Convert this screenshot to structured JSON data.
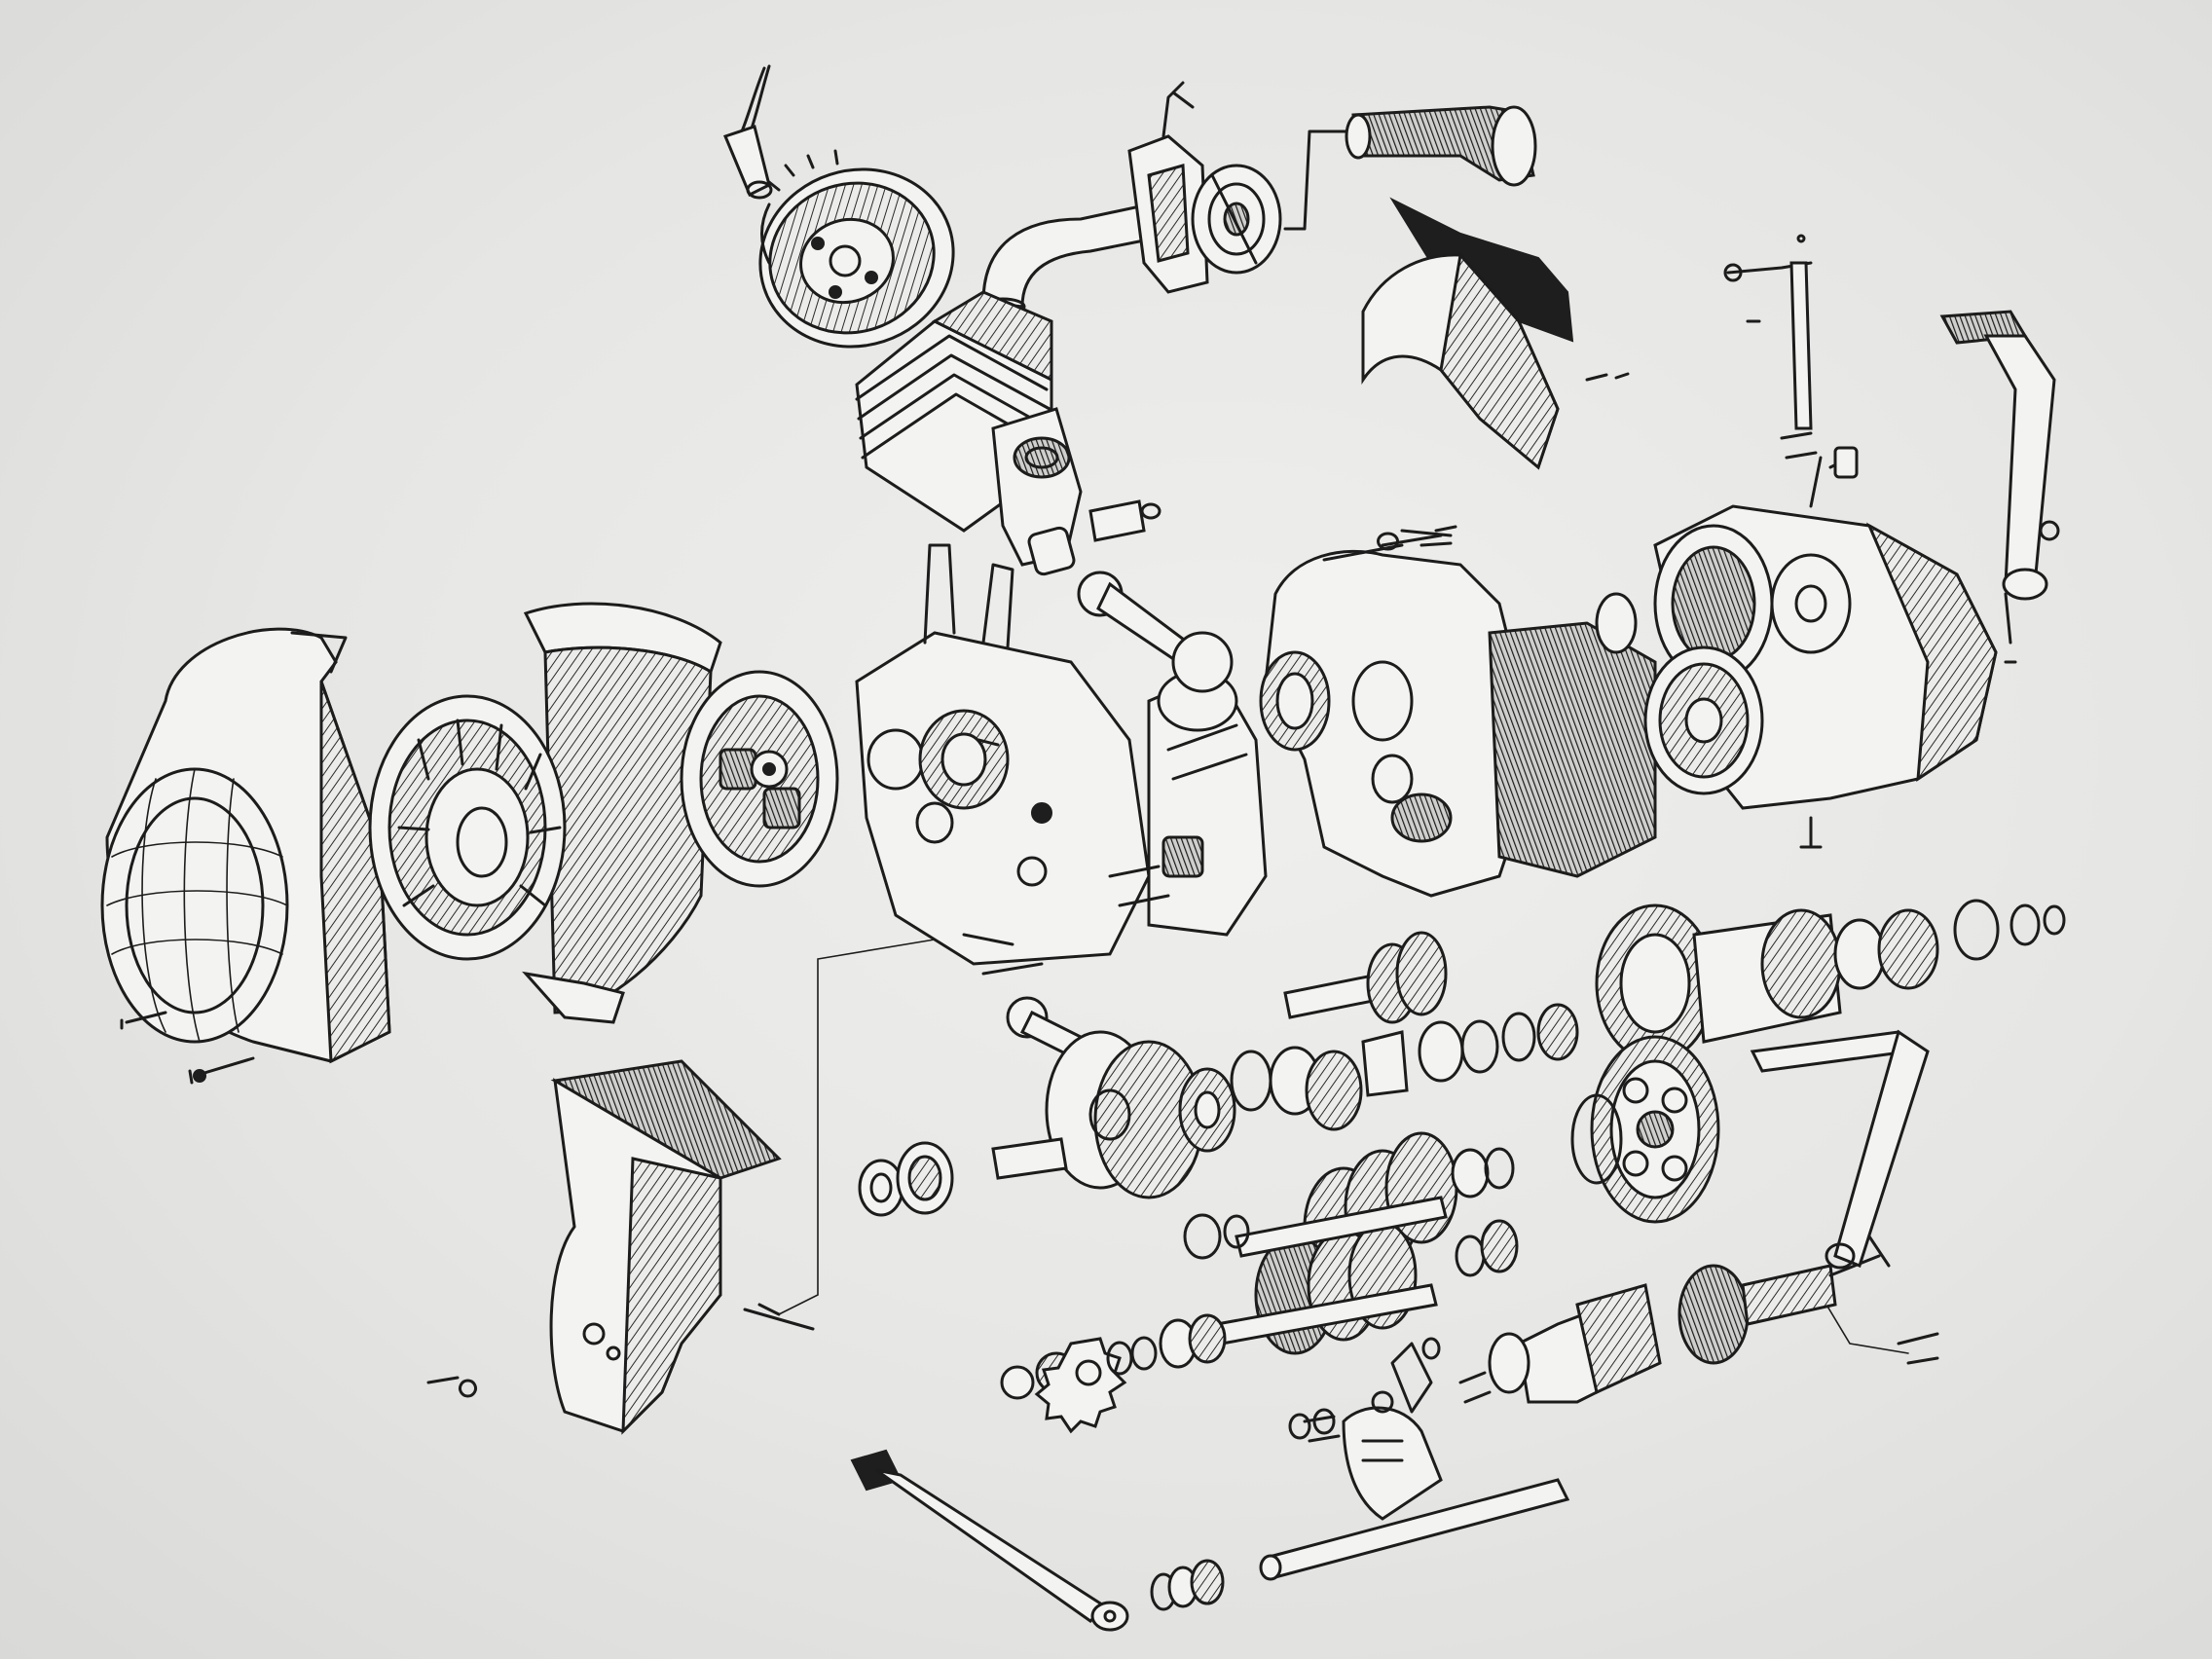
{
  "figure": {
    "subject": "exploded-engine-drawing",
    "palette": {
      "paper": "#e6e6e4",
      "ink": "#1c1c1c"
    }
  },
  "parts": [
    "spark-plug-cap",
    "flywheel-magneto",
    "intake-pipe",
    "carburetor",
    "air-intake-hose",
    "carburetor-cover",
    "cylinder",
    "cylinder-head",
    "fan-cover",
    "cooling-shroud",
    "fan-rotor",
    "stator-plate",
    "crankcase-left",
    "crankcase-right",
    "clutch-cover",
    "clutch-assembly",
    "kickstart-lever",
    "gear-shift-lever",
    "chain-guard",
    "crankshaft",
    "connecting-rod",
    "gearbox-shaft",
    "drive-sprocket",
    "selector-shaft",
    "clutch-basket",
    "primary-gear",
    "piston-pin",
    "bearings",
    "bolts"
  ]
}
